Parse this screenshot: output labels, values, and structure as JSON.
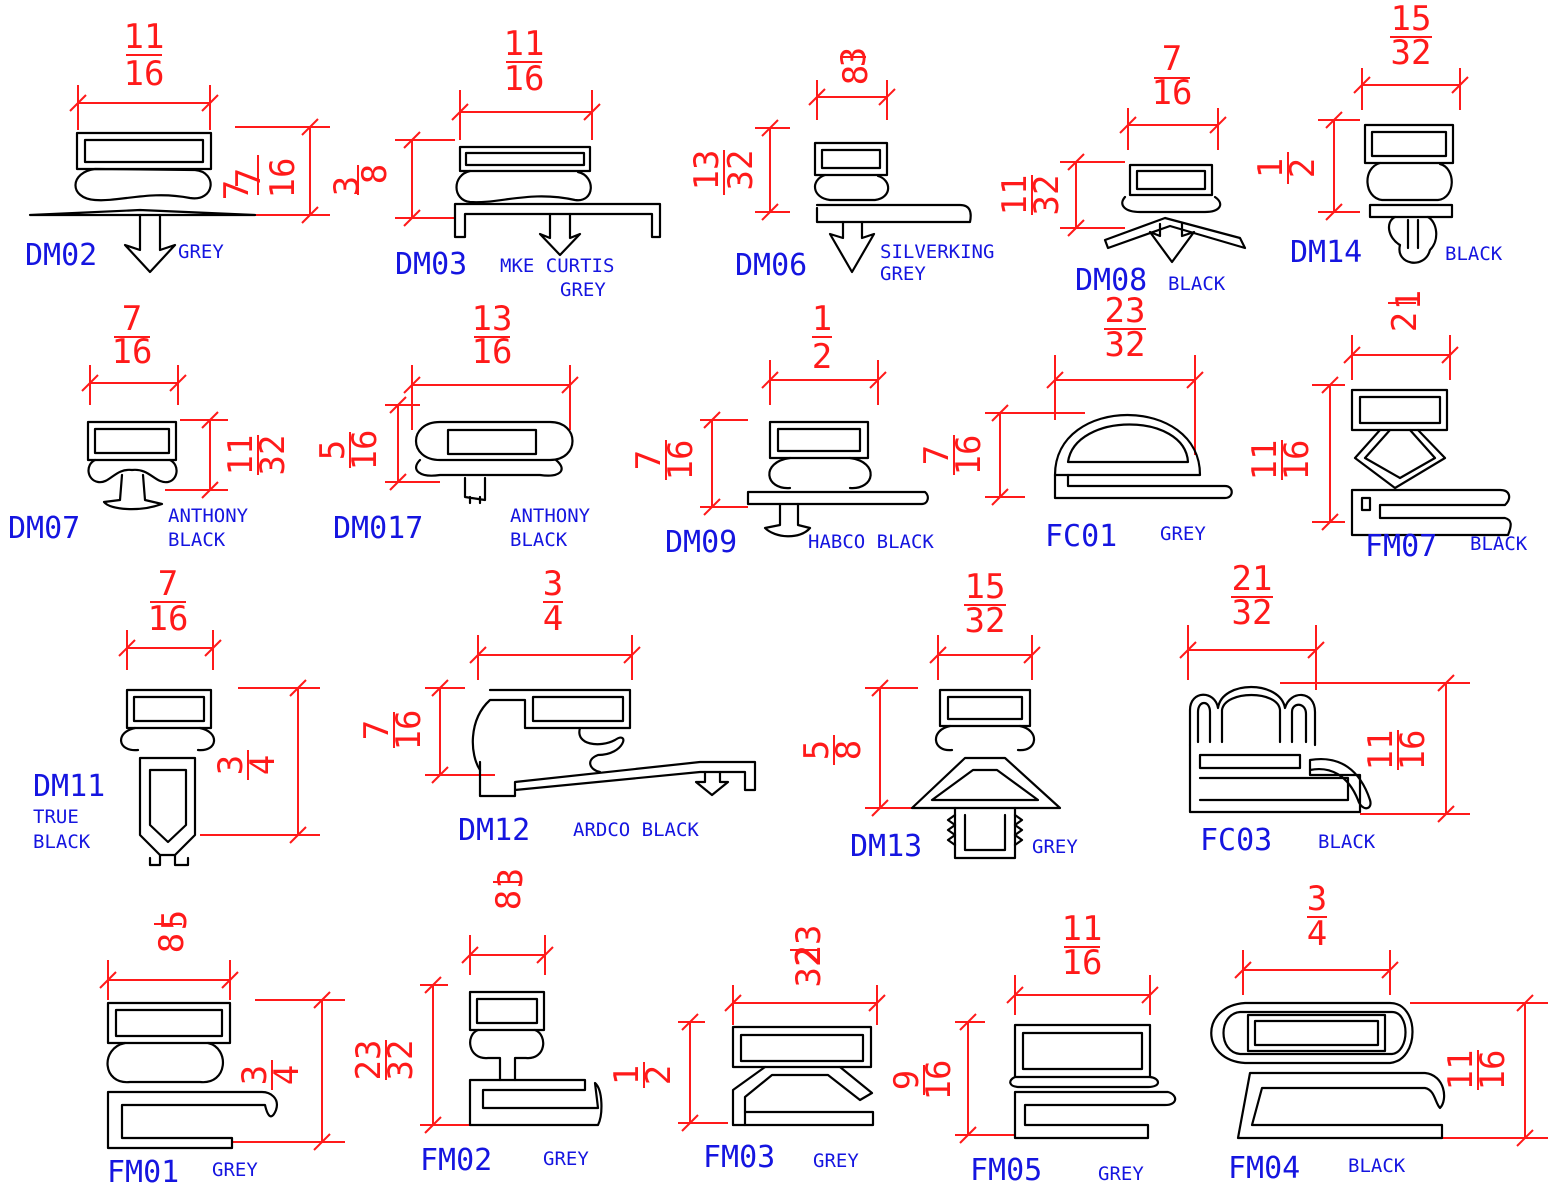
{
  "colors": {
    "dimension": "#ff1a1a",
    "label": "#1515e0",
    "profile": "#000000",
    "background": "#ffffff"
  },
  "gaskets": [
    {
      "code": "DM02",
      "notes": [
        "GREY"
      ],
      "width": {
        "num": "11",
        "den": "16"
      },
      "height": {
        "num": "7",
        "den": "16"
      }
    },
    {
      "code": "DM03",
      "notes": [
        "MKE CURTIS",
        "GREY"
      ],
      "width": {
        "num": "11",
        "den": "16"
      },
      "height": {
        "num": "3",
        "den": "8"
      }
    },
    {
      "code": "DM06",
      "notes": [
        "SILVERKING",
        "GREY"
      ],
      "width": {
        "num": "3",
        "den": "8"
      },
      "height": {
        "num": "13",
        "den": "32"
      }
    },
    {
      "code": "DM08",
      "notes": [
        "BLACK"
      ],
      "width": {
        "num": "7",
        "den": "16"
      },
      "height": {
        "num": "11",
        "den": "32"
      }
    },
    {
      "code": "DM14",
      "notes": [
        "BLACK"
      ],
      "width": {
        "num": "15",
        "den": "32"
      },
      "height": {
        "num": "1",
        "den": "2"
      }
    },
    {
      "code": "DM07",
      "notes": [
        "ANTHONY",
        "BLACK"
      ],
      "width": {
        "num": "7",
        "den": "16"
      },
      "height": {
        "num": "11",
        "den": "32"
      }
    },
    {
      "code": "DM017",
      "notes": [
        "ANTHONY",
        "BLACK"
      ],
      "width": {
        "num": "13",
        "den": "16"
      },
      "height": {
        "num": "5",
        "den": "16"
      }
    },
    {
      "code": "DM09",
      "notes": [
        "HABCO BLACK"
      ],
      "width": {
        "num": "1",
        "den": "2"
      },
      "height": {
        "num": "7",
        "den": "16"
      }
    },
    {
      "code": "FC01",
      "notes": [
        "GREY"
      ],
      "width": {
        "num": "23",
        "den": "32"
      },
      "height": {
        "num": "7",
        "den": "16"
      }
    },
    {
      "code": "FM07",
      "notes": [
        "BLACK"
      ],
      "width": {
        "num": "1",
        "den": "2"
      },
      "height": {
        "num": "11",
        "den": "16"
      }
    },
    {
      "code": "DM11",
      "notes": [
        "TRUE",
        "BLACK"
      ],
      "width": {
        "num": "7",
        "den": "16"
      },
      "height": {
        "num": "3",
        "den": "4"
      }
    },
    {
      "code": "DM12",
      "notes": [
        "ARDCO BLACK"
      ],
      "width": {
        "num": "3",
        "den": "4"
      },
      "height": {
        "num": "7",
        "den": "16"
      }
    },
    {
      "code": "DM13",
      "notes": [
        "GREY"
      ],
      "width": {
        "num": "15",
        "den": "32"
      },
      "height": {
        "num": "5",
        "den": "8"
      }
    },
    {
      "code": "FC03",
      "notes": [
        "BLACK"
      ],
      "width": {
        "num": "21",
        "den": "32"
      },
      "height": {
        "num": "11",
        "den": "16"
      }
    },
    {
      "code": "FM01",
      "notes": [
        "GREY"
      ],
      "width": {
        "num": "5",
        "den": "8"
      },
      "height": {
        "num": "3",
        "den": "4"
      }
    },
    {
      "code": "FM02",
      "notes": [
        "GREY"
      ],
      "width": {
        "num": "3",
        "den": "8"
      },
      "height": {
        "num": "23",
        "den": "32"
      }
    },
    {
      "code": "FM03",
      "notes": [
        "GREY"
      ],
      "width": {
        "num": "23",
        "den": "32"
      },
      "height": {
        "num": "1",
        "den": "2"
      }
    },
    {
      "code": "FM05",
      "notes": [
        "GREY"
      ],
      "width": {
        "num": "11",
        "den": "16"
      },
      "height": {
        "num": "9",
        "den": "16"
      }
    },
    {
      "code": "FM04",
      "notes": [
        "BLACK"
      ],
      "width": {
        "num": "3",
        "den": "4"
      },
      "height": {
        "num": "11",
        "den": "16"
      }
    }
  ]
}
